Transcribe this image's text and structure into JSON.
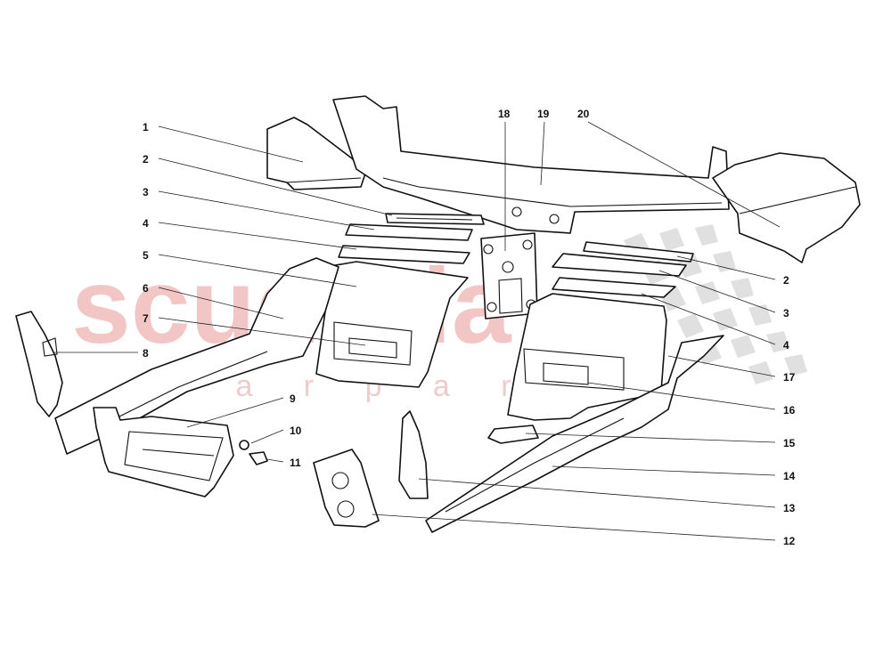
{
  "watermark": {
    "brand": "scuderia",
    "subtitle": "c a r p a r t s",
    "color": "#f2c4c4"
  },
  "callouts": [
    {
      "id": "c1",
      "label": "1"
    },
    {
      "id": "c2a",
      "label": "2"
    },
    {
      "id": "c3a",
      "label": "3"
    },
    {
      "id": "c4a",
      "label": "4"
    },
    {
      "id": "c5",
      "label": "5"
    },
    {
      "id": "c6",
      "label": "6"
    },
    {
      "id": "c7",
      "label": "7"
    },
    {
      "id": "c8",
      "label": "8"
    },
    {
      "id": "c9",
      "label": "9"
    },
    {
      "id": "c10",
      "label": "10"
    },
    {
      "id": "c11",
      "label": "11"
    },
    {
      "id": "c18",
      "label": "18"
    },
    {
      "id": "c19",
      "label": "19"
    },
    {
      "id": "c20",
      "label": "20"
    },
    {
      "id": "c2b",
      "label": "2"
    },
    {
      "id": "c3b",
      "label": "3"
    },
    {
      "id": "c4b",
      "label": "4"
    },
    {
      "id": "c17",
      "label": "17"
    },
    {
      "id": "c16",
      "label": "16"
    },
    {
      "id": "c15",
      "label": "15"
    },
    {
      "id": "c14",
      "label": "14"
    },
    {
      "id": "c13",
      "label": "13"
    },
    {
      "id": "c12",
      "label": "12"
    }
  ]
}
